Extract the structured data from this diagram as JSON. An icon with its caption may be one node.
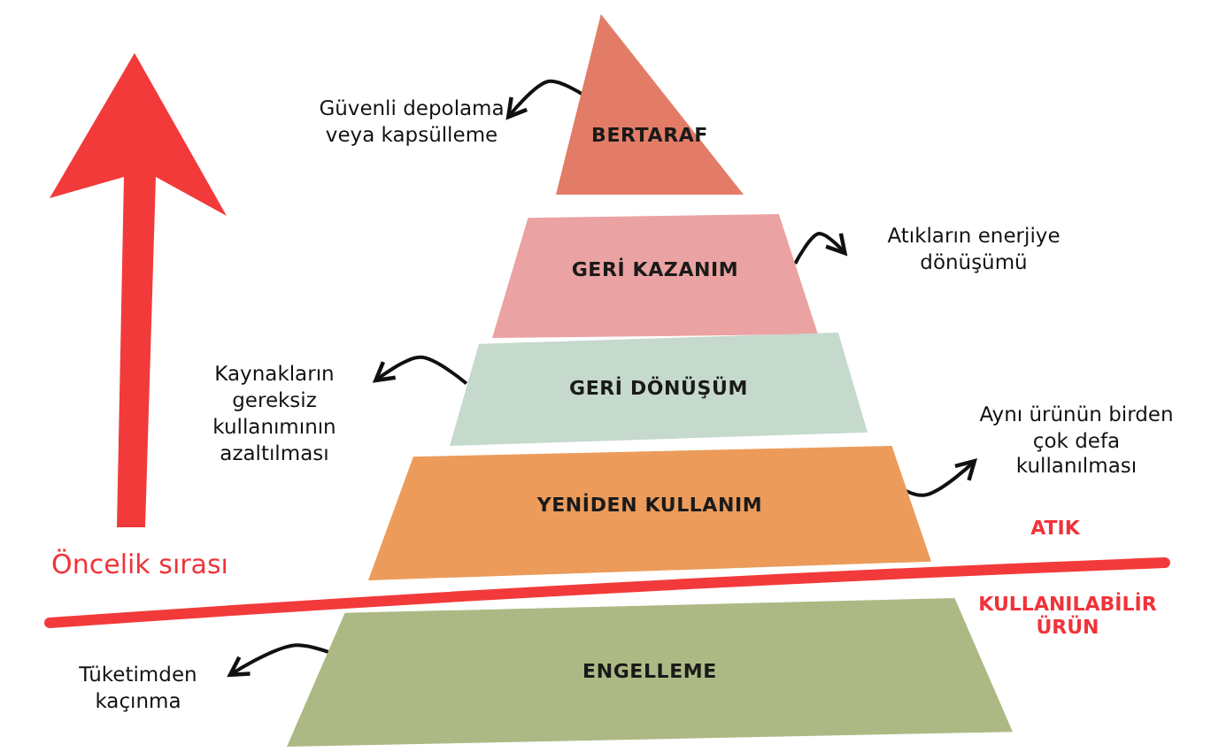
{
  "diagram": {
    "nodes": [
      {
        "text": [
          "BERTARAF"
        ]
      },
      {
        "text": [
          "Güvenli depolama veya kapsülleme"
        ]
      },
      {
        "text": [
          "GERİ KAZANIM"
        ]
      },
      {
        "text": [
          "Atıkların enerjiye dönüşümü"
        ]
      },
      {
        "text": [
          "GERİ DÖNÜŞÜM"
        ]
      },
      {
        "text": [
          "Kaynakların gereksiz kullanımının azaltılması"
        ]
      },
      {
        "text": [
          "YENİDEN KULLANIM"
        ]
      },
      {
        "text": [
          "Aynı ürünün birden çok defa kullanılması"
        ]
      },
      {
        "text": [
          "ENGELLEME"
        ]
      },
      {
        "text": [
          "Tüketimden kaçınma"
        ]
      }
    ],
    "edges": [
      {
        "from": 0,
        "to": 1,
        "arrow": "to"
      },
      {
        "from": 2,
        "to": 3,
        "arrow": "to"
      },
      {
        "from": 4,
        "to": 5,
        "arrow": "to"
      },
      {
        "from": 6,
        "to": 7,
        "arrow": "to"
      },
      {
        "from": 8,
        "to": 9,
        "arrow": "to"
      }
    ],
    "labels": [
      "Öncelik sırası",
      "ATIK",
      "KULLANILABİLİR ÜRÜN"
    ]
  }
}
